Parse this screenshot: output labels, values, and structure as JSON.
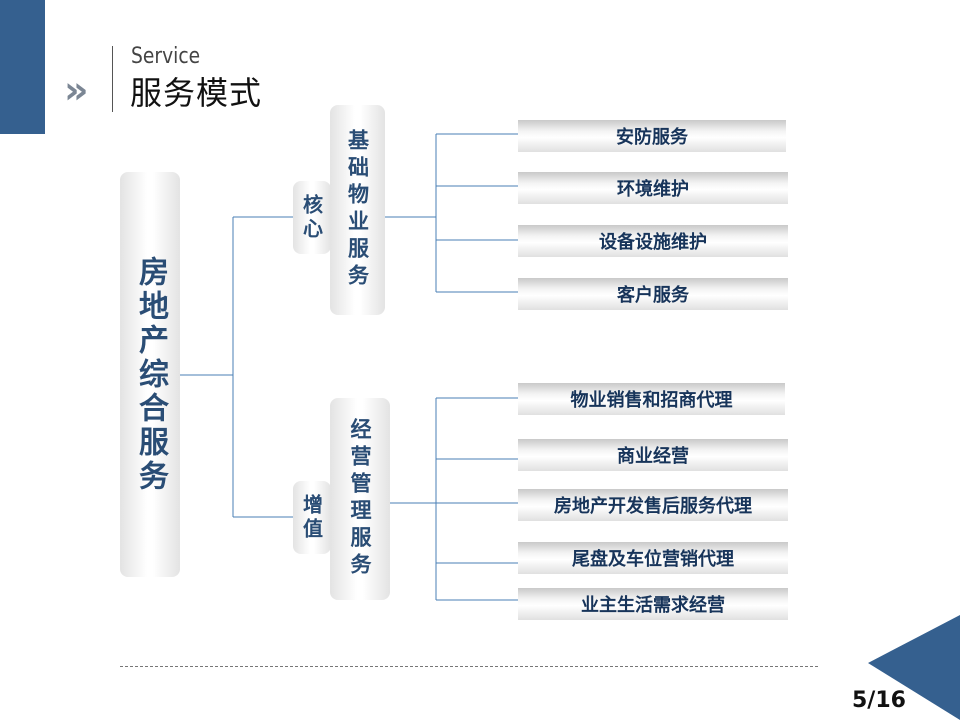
{
  "header": {
    "title_en": "Service",
    "title_zh": "服务模式",
    "chevron_glyph": "»"
  },
  "diagram": {
    "root": "房地产综合服务",
    "categories": [
      {
        "label": "核心",
        "sub": "基础物业服务",
        "items": [
          "安防服务",
          "环境维护",
          "设备设施维护",
          "客户服务"
        ]
      },
      {
        "label": "增值",
        "sub": "经营管理服务",
        "items": [
          "物业销售和招商代理",
          "商业经营",
          "房地产开发售后服务代理",
          "尾盘及车位营销代理",
          "业主生活需求经营"
        ]
      }
    ]
  },
  "footer": {
    "page": "5/16"
  },
  "colors": {
    "accent": "#35608f",
    "text_blue": "#2a4d75",
    "line": "#4a7fb5"
  }
}
